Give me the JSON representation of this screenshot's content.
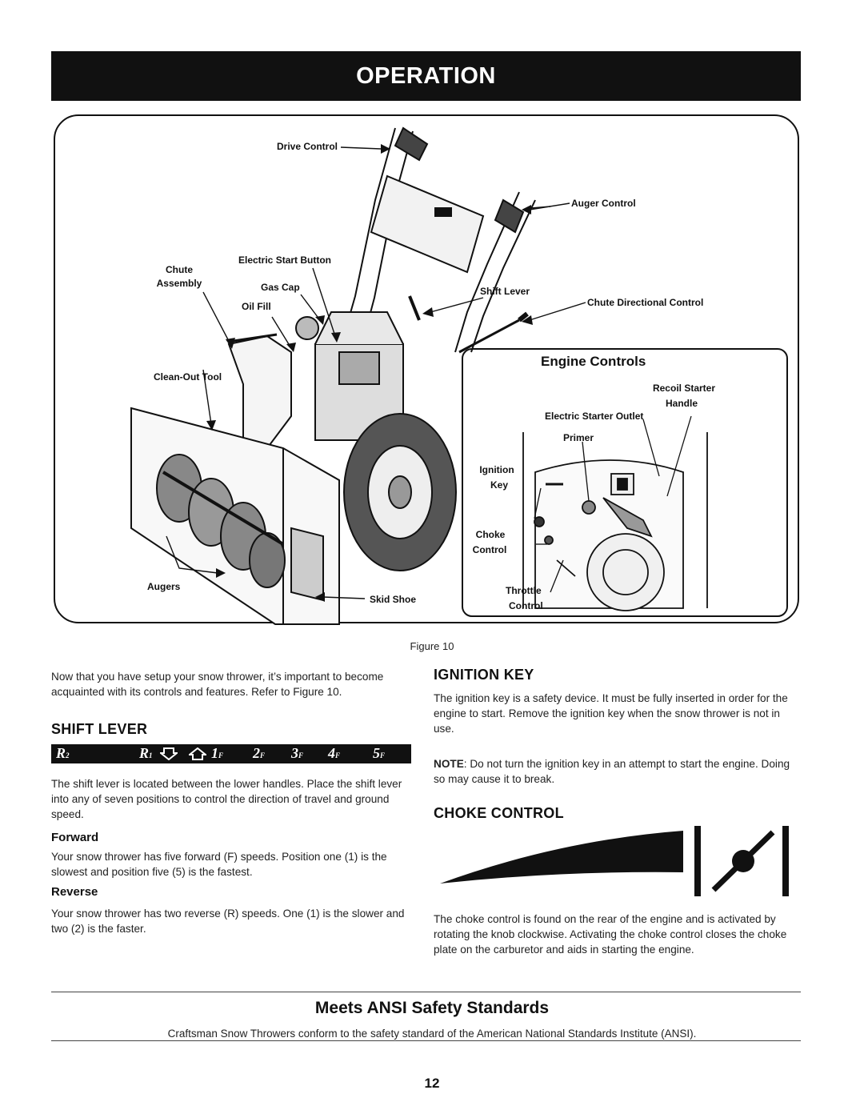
{
  "header": {
    "title": "OPERATION"
  },
  "figure": {
    "labels": {
      "drive_control": "Drive Control",
      "auger_control": "Auger Control",
      "electric_start_button": "Electric Start Button",
      "chute_assembly_1": "Chute",
      "chute_assembly_2": "Assembly",
      "gas_cap": "Gas Cap",
      "oil_fill": "Oil Fill",
      "shift_lever": "Shift Lever",
      "chute_directional_control": "Chute Directional Control",
      "clean_out_tool": "Clean-Out Tool",
      "augers": "Augers",
      "skid_shoe": "Skid Shoe"
    },
    "engine": {
      "title": "Engine Controls",
      "recoil_starter_1": "Recoil Starter",
      "recoil_starter_2": "Handle",
      "electric_starter_outlet": "Electric Starter Outlet",
      "primer": "Primer",
      "ignition_1": "Ignition",
      "ignition_2": "Key",
      "choke_1": "Choke",
      "choke_2": "Control",
      "throttle_1": "Throttle",
      "throttle_2": "Control"
    },
    "caption": "Figure 10"
  },
  "left": {
    "intro": "Now that you have setup your snow thrower, it’s important to become acquainted with its controls and features. Refer to Figure 10.",
    "shift_heading": "SHIFT LEVER",
    "shift_positions": [
      "R2",
      "R1",
      "1F",
      "2F",
      "3F",
      "4F",
      "5F"
    ],
    "shift_text": "The shift lever is located between the lower handles. Place the shift lever into any of seven positions to control the direction of travel and ground speed.",
    "forward_heading": "Forward",
    "forward_text": "Your snow thrower has five forward (F) speeds. Position one (1) is the slowest and position five (5) is the fastest.",
    "reverse_heading": "Reverse",
    "reverse_text": "Your snow thrower has two reverse (R) speeds. One (1) is the slower and two (2) is the faster."
  },
  "right": {
    "ignition_heading": "IGNITION KEY",
    "ignition_text": "The ignition key is a safety device. It must be fully inserted in order for the engine to start. Remove the ignition key when the snow thrower is not in use.",
    "note_label": "NOTE",
    "note_text": ": Do not turn the ignition key in an attempt to start the engine. Doing so may cause it to break.",
    "choke_heading": "CHOKE CONTROL",
    "choke_text": "The choke control is found on the rear of the engine and is activated by rotating the knob clockwise. Activating the choke control closes the choke plate on the carburetor and aids in starting the engine."
  },
  "footer": {
    "ansi_title": "Meets ANSI Safety Standards",
    "ansi_text": "Craftsman Snow Throwers conform to the safety standard of the American National Standards Institute (ANSI).",
    "page_number": "12"
  }
}
